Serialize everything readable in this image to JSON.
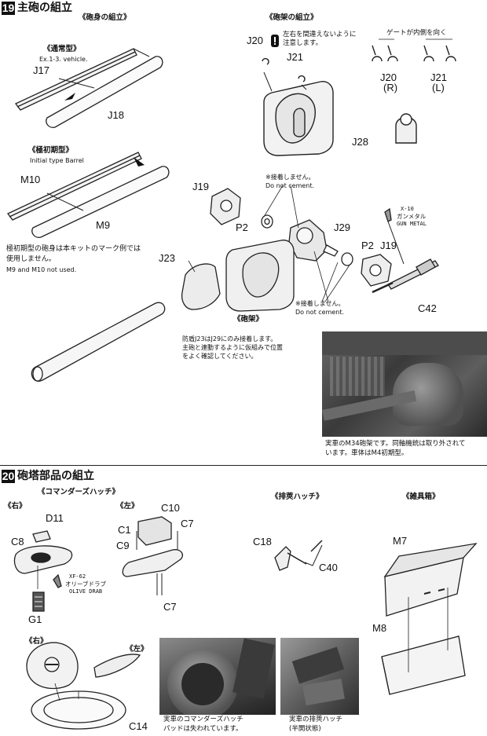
{
  "step19": {
    "number": "19",
    "title": "主砲の組立",
    "barrel_section": "《砲身の組立》",
    "standard_type": "《通常型》",
    "standard_vehicles": "Ex.1-3. vehicle.",
    "initial_type": "《極初期型》",
    "initial_type_en": "Initial type Barrel",
    "initial_note_jp_1": "極初期型の砲身は本キットのマーク例では",
    "initial_note_jp_2": "使用しません。",
    "initial_note_en": "M9 and M10 not used.",
    "mount_section": "《砲架の組立》",
    "lr_note_1": "左右を間違えないように",
    "lr_note_2": "注意します。",
    "gate_note": "ゲートが内側を向く",
    "r_label": "(R)",
    "l_label": "(L)",
    "no_cement_jp": "※接着しません。",
    "no_cement_en": "Do not cement.",
    "no_cement_jp_2": "※接着しません。",
    "no_cement_en_2": "Do not cement.",
    "paint_code": "X-10",
    "paint_jp": "ガンメタル",
    "paint_en": "GUN METAL",
    "mantlet_label": "《砲架》",
    "cement_note_1": "防盾J23はJ29にのみ接着します。",
    "cement_note_2": "主砲と連動するように仮組みで位置",
    "cement_note_3": "をよく確認してください。",
    "photo_caption_1": "実車のM34砲架です。同軸機銃は取り外されて",
    "photo_caption_2": "います。車体はM4初期型。",
    "parts": {
      "j17": "J17",
      "j18": "J18",
      "m10": "M10",
      "m9": "M9",
      "j20": "J20",
      "j21": "J21",
      "j20b": "J20",
      "j21b": "J21",
      "j28": "J28",
      "j19": "J19",
      "p2": "P2",
      "j29": "J29",
      "p2b": "P2",
      "j19b": "J19",
      "j23": "J23",
      "c42": "C42"
    }
  },
  "step20": {
    "number": "20",
    "title": "砲塔部品の組立",
    "commander_hatch": "《コマンダーズハッチ》",
    "right_1": "《右》",
    "left_1": "《左》",
    "vent_hatch": "《排莢ハッチ》",
    "stowage_box": "《雑具箱》",
    "paint_code": "XF-62",
    "paint_jp": "オリーブドラブ",
    "paint_en": "OLIVE DRAB",
    "right_2": "《右》",
    "left_2": "《左》",
    "photo1_caption_1": "実車のコマンダーズハッチ",
    "photo1_caption_2": "パッドは失われています。",
    "photo2_caption_1": "実車の排莢ハッチ",
    "photo2_caption_2": "(半開状態)",
    "parts": {
      "d11": "D11",
      "c8": "C8",
      "g1": "G1",
      "c10": "C10",
      "c1": "C1",
      "c7": "C7",
      "c9": "C9",
      "c7b": "C7",
      "c18": "C18",
      "c40": "C40",
      "m7": "M7",
      "m8": "M8",
      "c14": "C14"
    }
  }
}
